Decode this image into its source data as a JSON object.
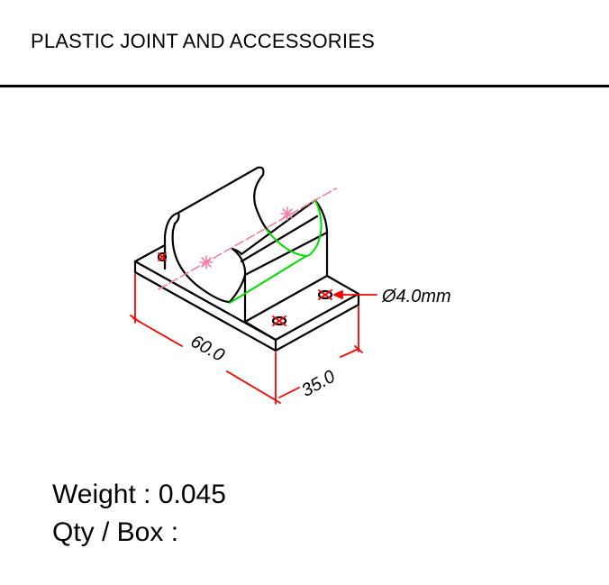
{
  "header": {
    "title": "PLASTIC JOINT AND ACCESSORIES"
  },
  "drawing": {
    "dimensions": {
      "length": "60.0",
      "width": "35.0",
      "hole_diameter": "Ø4.0mm"
    },
    "colors": {
      "outline": "#000000",
      "dimension": "#ff0000",
      "centerline": "#f080a8",
      "highlight": "#00dd00"
    }
  },
  "specs": {
    "weight": "Weight : 0.045",
    "qty_per_box": "Qty / Box :"
  }
}
